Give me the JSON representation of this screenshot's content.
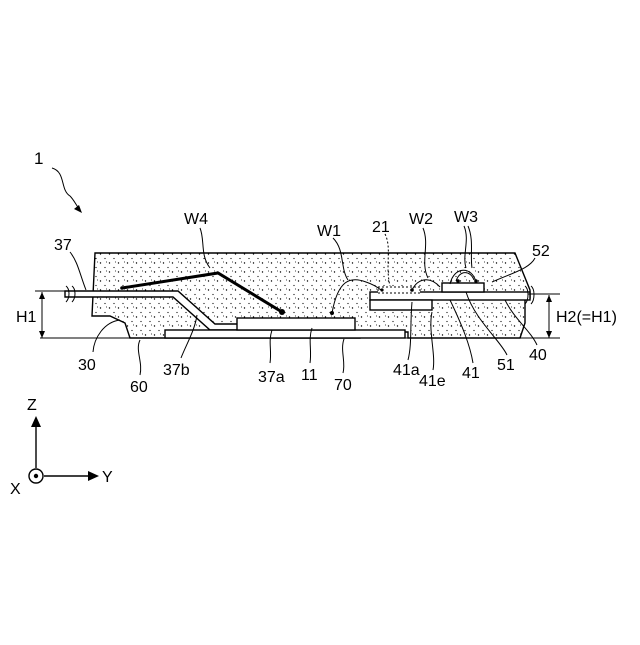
{
  "figure": {
    "labels": {
      "device": "1",
      "w4": "W4",
      "w1": "W1",
      "w2": "W2",
      "w3": "W3",
      "n21": "21",
      "n37": "37",
      "n52": "52",
      "h1": "H1",
      "h2": "H2(=H1)",
      "n30": "30",
      "n60": "60",
      "n37b": "37b",
      "n37a": "37a",
      "n11": "11",
      "n70": "70",
      "n41a": "41a",
      "n41e": "41e",
      "n41": "41",
      "n51": "51",
      "n40": "40"
    },
    "axes": {
      "z": "Z",
      "x": "X",
      "y": "Y"
    }
  }
}
